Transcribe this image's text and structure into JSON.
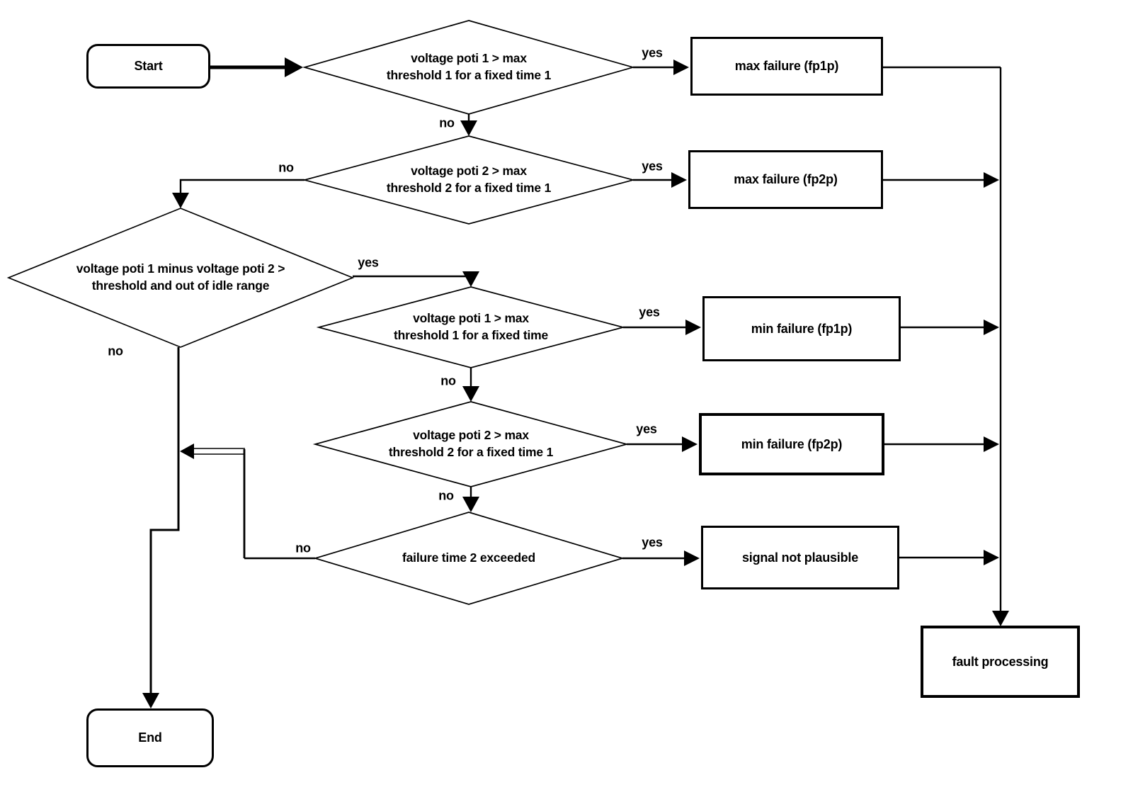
{
  "colors": {
    "line": "#000000",
    "text": "#000000",
    "background": "#ffffff"
  },
  "nodes": {
    "start": {
      "label": "Start",
      "shape": "terminator"
    },
    "end": {
      "label": "End",
      "shape": "terminator"
    },
    "check_poti1_max": {
      "label": "voltage poti 1 > max\nthreshold 1 for a fixed time 1",
      "shape": "decision"
    },
    "check_poti2_max": {
      "label": "voltage poti 2 > max\nthreshold 2 for a fixed time 1",
      "shape": "decision"
    },
    "check_poti_diff": {
      "label": "voltage poti 1 minus voltage poti 2 >\nthreshold and out of  idle range",
      "shape": "decision"
    },
    "check_poti1_min": {
      "label": "voltage poti 1 > max\nthreshold 1 for a fixed time",
      "shape": "decision"
    },
    "check_poti2_min": {
      "label": "voltage poti 2 > max\nthreshold 2 for a fixed time 1",
      "shape": "decision"
    },
    "check_failure_time": {
      "label": "failure time 2 exceeded",
      "shape": "decision"
    },
    "max_failure_fp1p": {
      "label": "max failure (fp1p)",
      "shape": "process"
    },
    "max_failure_fp2p": {
      "label": "max failure (fp2p)",
      "shape": "process"
    },
    "min_failure_fp1p": {
      "label": "min failure (fp1p)",
      "shape": "process"
    },
    "min_failure_fp2p": {
      "label": "min failure (fp2p)",
      "shape": "process"
    },
    "signal_not_plausible": {
      "label": "signal not plausible",
      "shape": "process"
    },
    "fault_processing": {
      "label": "fault processing",
      "shape": "process"
    }
  },
  "edges": [
    {
      "from": "start",
      "to": "check_poti1_max",
      "label": ""
    },
    {
      "from": "check_poti1_max",
      "to": "max_failure_fp1p",
      "label": "yes"
    },
    {
      "from": "check_poti1_max",
      "to": "check_poti2_max",
      "label": "no"
    },
    {
      "from": "check_poti2_max",
      "to": "max_failure_fp2p",
      "label": "yes"
    },
    {
      "from": "check_poti2_max",
      "to": "check_poti_diff",
      "label": "no"
    },
    {
      "from": "check_poti_diff",
      "to": "check_poti1_min",
      "label": "yes"
    },
    {
      "from": "check_poti_diff",
      "to": "end",
      "label": "no"
    },
    {
      "from": "check_poti1_min",
      "to": "min_failure_fp1p",
      "label": "yes"
    },
    {
      "from": "check_poti1_min",
      "to": "check_poti2_min",
      "label": "no"
    },
    {
      "from": "check_poti2_min",
      "to": "min_failure_fp2p",
      "label": "yes"
    },
    {
      "from": "check_poti2_min",
      "to": "check_failure_time",
      "label": "no"
    },
    {
      "from": "check_failure_time",
      "to": "signal_not_plausible",
      "label": "yes"
    },
    {
      "from": "check_failure_time",
      "to": "end",
      "label": "no"
    },
    {
      "from": "max_failure_fp1p",
      "to": "fault_processing",
      "label": ""
    },
    {
      "from": "max_failure_fp2p",
      "to": "fault_processing",
      "label": ""
    },
    {
      "from": "min_failure_fp1p",
      "to": "fault_processing",
      "label": ""
    },
    {
      "from": "min_failure_fp2p",
      "to": "fault_processing",
      "label": ""
    },
    {
      "from": "signal_not_plausible",
      "to": "fault_processing",
      "label": ""
    }
  ]
}
